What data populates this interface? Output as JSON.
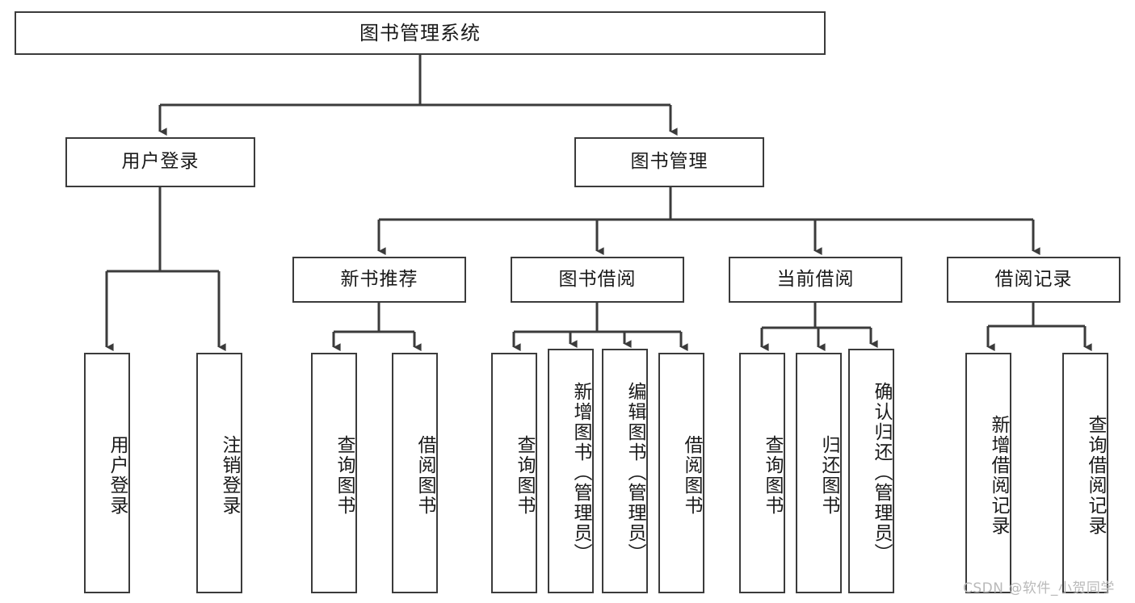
{
  "diagram": {
    "title": "图书管理系统",
    "type": "tree-hierarchy",
    "root": {
      "label": "图书管理系统"
    },
    "level2": [
      {
        "label": "用户登录"
      },
      {
        "label": "图书管理"
      }
    ],
    "level3": [
      {
        "label": "新书推荐"
      },
      {
        "label": "图书借阅"
      },
      {
        "label": "当前借阅"
      },
      {
        "label": "借阅记录"
      }
    ],
    "leaves": {
      "user_login": [
        {
          "label": "用户登录"
        },
        {
          "label": "注销登录"
        }
      ],
      "new_book_recommend": [
        {
          "label": "查询图书"
        },
        {
          "label": "借阅图书"
        }
      ],
      "book_borrow": [
        {
          "label": "查询图书"
        },
        {
          "label": "新增图书（管理员）"
        },
        {
          "label": "编辑图书（管理员）"
        },
        {
          "label": "借阅图书"
        }
      ],
      "current_borrow": [
        {
          "label": "查询图书"
        },
        {
          "label": "归还图书"
        },
        {
          "label": "确认归还（管理员）"
        }
      ],
      "borrow_record": [
        {
          "label": "新增借阅记录"
        },
        {
          "label": "查询借阅记录"
        }
      ]
    }
  },
  "watermark": {
    "text": "CSDN @软件_小贺同学"
  },
  "colors": {
    "box_border": "#3b3b3b",
    "box_fill": "#ffffff",
    "connector": "#3b3b3b",
    "text": "#1a1a1a",
    "watermark": "#b9b9b9",
    "background": "#ffffff"
  }
}
